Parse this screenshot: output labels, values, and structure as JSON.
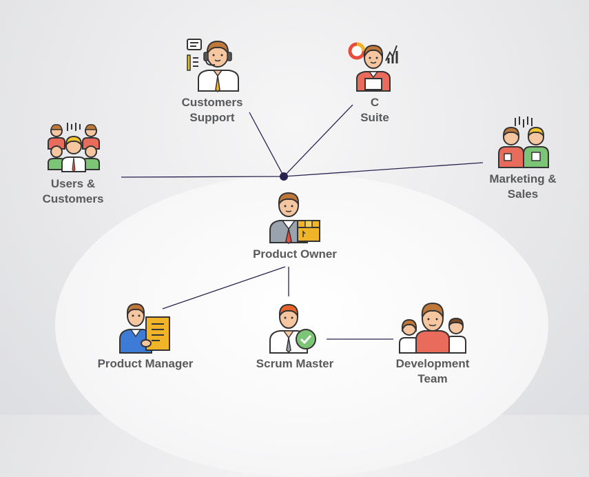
{
  "nodes": {
    "customers_support": {
      "line1": "Customers",
      "line2": "Support"
    },
    "c_suite": {
      "line1": "C",
      "line2": "Suite"
    },
    "users_customers": {
      "line1": "Users &",
      "line2": "Customers"
    },
    "marketing_sales": {
      "line1": "Marketing &",
      "line2": "Sales"
    },
    "product_owner": {
      "label": "Product Owner"
    },
    "product_manager": {
      "label": "Product Manager"
    },
    "scrum_master": {
      "label": "Scrum Master"
    },
    "development_team": {
      "line1": "Development",
      "line2": "Team"
    }
  },
  "colors": {
    "connector": "#2b2150",
    "hub": "#2b2150",
    "label": "#58595b"
  }
}
